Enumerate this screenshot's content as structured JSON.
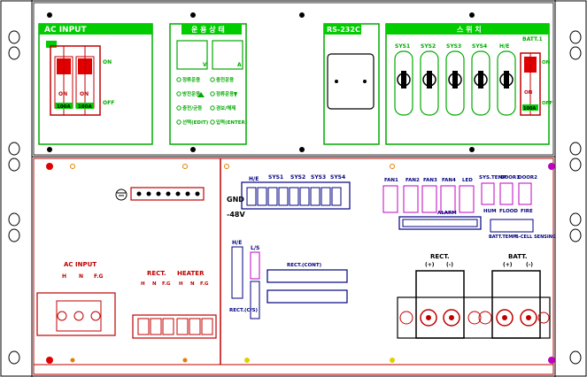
{
  "top_panel": {
    "ac_input": {
      "title": "AC INPUT",
      "on": "ON",
      "off": "OFF",
      "breaker_rating_1": "100A",
      "breaker_rating_2": "100A",
      "breaker_on_1": "ON",
      "breaker_on_2": "ON"
    },
    "operation": {
      "title": "운 용 상 태",
      "meter_v_unit": "V",
      "meter_a_unit": "A",
      "leds": [
        "정류운용",
        "방전운용",
        "충전운용",
        "정류운용",
        "충전/균등",
        "경보/해제",
        "선택(EDIT)",
        "입력(ENTER)"
      ]
    },
    "rs232c": {
      "title": "RS-232C"
    },
    "switches": {
      "title": "스 위 치",
      "labels": [
        "SYS1",
        "SYS2",
        "SYS3",
        "SYS4",
        "H/E"
      ],
      "batt_title": "BATT.1",
      "on": "ON",
      "off": "OFF",
      "batt_rating": "100A",
      "batt_on": "ON"
    }
  },
  "bottom_left": {
    "ac_input_title": "AC INPUT",
    "ac_terminals": [
      "H",
      "N",
      "F.G"
    ],
    "rect_title": "RECT.",
    "rect_terminals": [
      "H",
      "N",
      "F.G"
    ],
    "heater_title": "HEATER",
    "heater_terminals": [
      "H",
      "N",
      "F.G"
    ]
  },
  "bottom_right": {
    "dc_labels": [
      "H/E",
      "SYS1",
      "SYS2",
      "SYS3",
      "SYS4"
    ],
    "gnd": "GND",
    "minus48v": "-48V",
    "fans": [
      "FAN1",
      "FAN2",
      "FAN3",
      "FAN4",
      "LED"
    ],
    "sensors_top": [
      "SYS.TEMP",
      "DOOR1",
      "DOOR2"
    ],
    "sensors_bottom": [
      "HUM",
      "FLOOD",
      "FIRE"
    ],
    "alarm": "ALARM",
    "batt_temp": "BATT.TEMP",
    "bcell_sensing": "B-CELL SENSING",
    "he_label": "H/E",
    "ls_label": "L/S",
    "rect_cont": "RECT.(CONT)",
    "rect_cs": "RECT.(C/S)",
    "rect_out_title": "RECT.",
    "rect_plus": "(+)",
    "rect_minus": "(-)",
    "batt_out_title": "BATT.",
    "batt_plus": "(+)",
    "batt_minus": "(-)"
  }
}
